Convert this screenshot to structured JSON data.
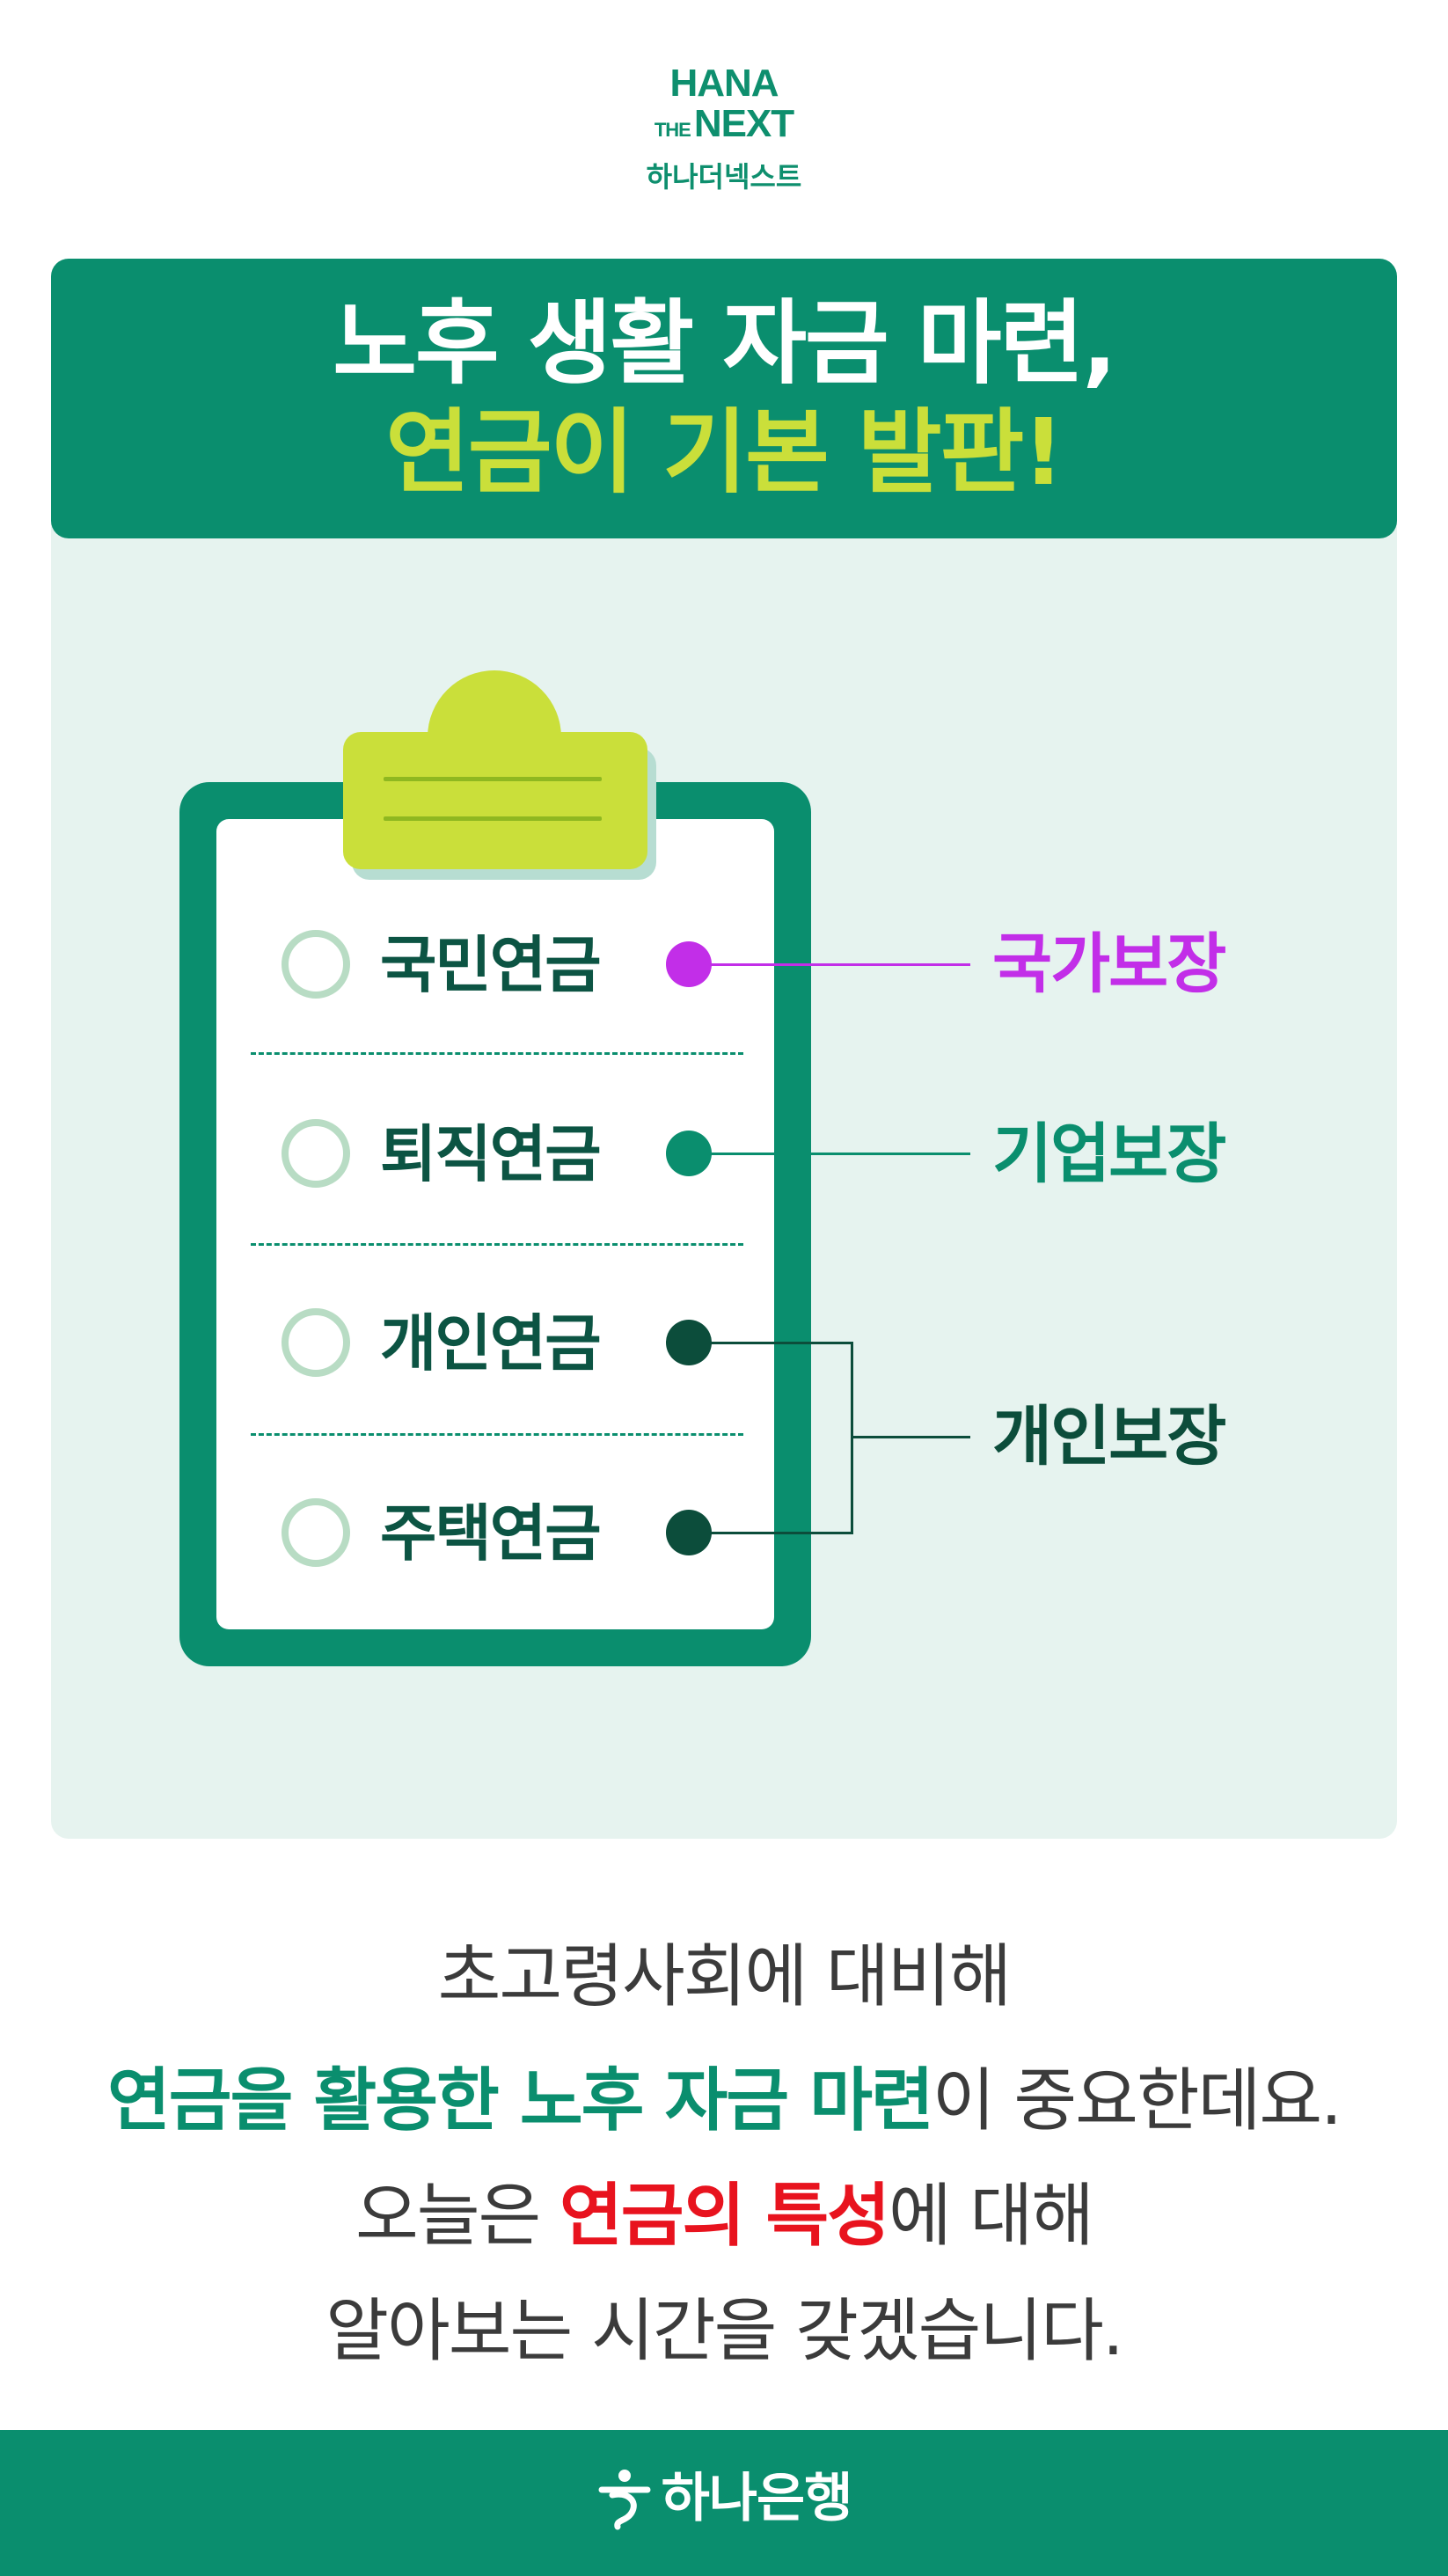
{
  "logo": {
    "line1": "HANA",
    "the": "THE",
    "next": "NEXT",
    "korean": "하나더넥스트"
  },
  "title": {
    "line1": "노후 생활 자금 마련,",
    "line2": "연금이 기본 발판!"
  },
  "checklist": [
    {
      "label": "국민연금",
      "category": "국가보장",
      "color": "#c22ee8"
    },
    {
      "label": "퇴직연금",
      "category": "기업보장",
      "color": "#0a8e6e"
    },
    {
      "label": "개인연금",
      "category": "개인보장",
      "color": "#0c4d3b"
    },
    {
      "label": "주택연금",
      "category": "개인보장",
      "color": "#0c4d3b"
    }
  ],
  "body": {
    "line1": "초고령사회에 대비해",
    "line2_highlight": "연금을 활용한 노후 자금 마련",
    "line2_rest": "이 중요한데요.",
    "line3_pre": "오늘은 ",
    "line3_highlight": "연금의 특성",
    "line3_post": "에 대해",
    "line4": "알아보는 시간을 갖겠습니다."
  },
  "footer": {
    "bank_name": "하나은행",
    "icon": "hana-bank-logo-icon"
  },
  "colors": {
    "brand_green": "#0a8e6e",
    "lime": "#cadf3a",
    "dark_green": "#0c5443",
    "purple": "#c22ee8",
    "red": "#e8131e"
  }
}
